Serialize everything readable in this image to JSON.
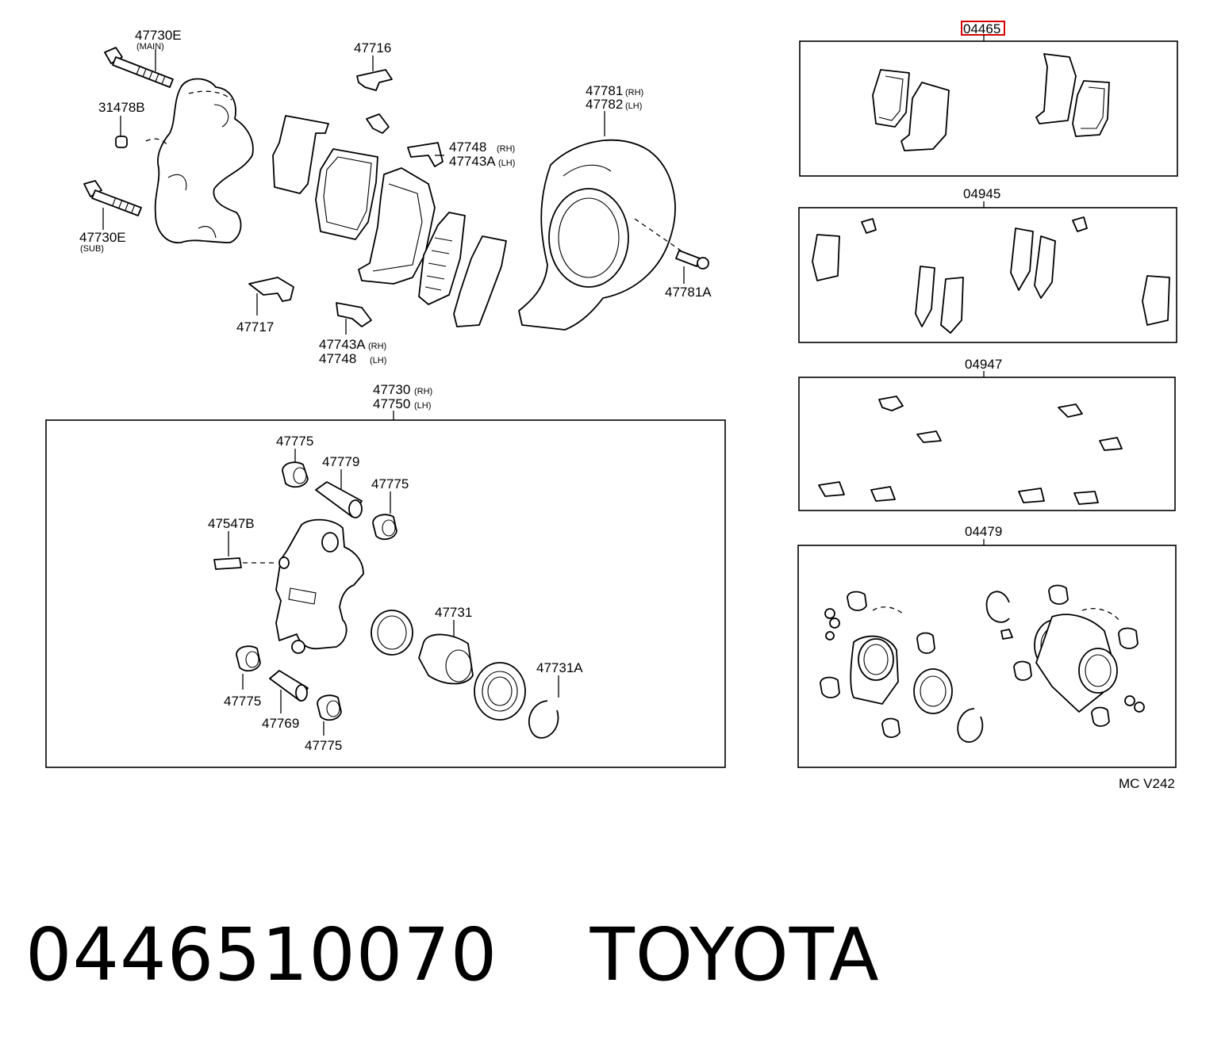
{
  "labels": {
    "l47730e_main": "47730E",
    "l47730e_main_sub": "(MAIN)",
    "l47716": "47716",
    "l31478b": "31478B",
    "l47748_top": "47748",
    "l47748_top_sub": "(RH)",
    "l47743a_top": "47743A",
    "l47743a_top_sub": "(LH)",
    "l47781": "47781",
    "l47781_sub": "(RH)",
    "l47782": "47782",
    "l47782_sub": "(LH)",
    "l47730e_sub": "47730E",
    "l47730e_sub_sub": "(SUB)",
    "l47781a": "47781A",
    "l47717": "47717",
    "l47743a_bot": "47743A",
    "l47743a_bot_sub": "(RH)",
    "l47748_bot": "47748",
    "l47748_bot_sub": "(LH)",
    "l47730": "47730",
    "l47730_sub": "(RH)",
    "l47750": "47750",
    "l47750_sub": "(LH)",
    "l47775_a": "47775",
    "l47779": "47779",
    "l47775_b": "47775",
    "l47547b": "47547B",
    "l47731": "47731",
    "l47731a": "47731A",
    "l47775_c": "47775",
    "l47769": "47769",
    "l47775_d": "47775",
    "l04465": "04465",
    "l04945": "04945",
    "l04947": "04947",
    "l04479": "04479",
    "code": "MC V242"
  },
  "footer": {
    "part_number": "0446510070",
    "brand": "TOYOTA"
  },
  "highlight_color": "#d40000"
}
